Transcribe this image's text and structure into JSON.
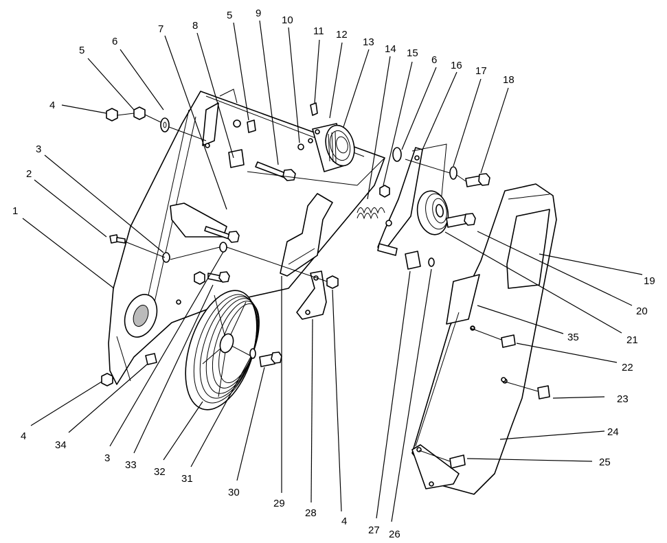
{
  "callouts": [
    {
      "id": "c1",
      "text": "1"
    },
    {
      "id": "c2",
      "text": "2"
    },
    {
      "id": "c3a",
      "text": "3"
    },
    {
      "id": "c3b",
      "text": "3"
    },
    {
      "id": "c4a",
      "text": "4"
    },
    {
      "id": "c4b",
      "text": "4"
    },
    {
      "id": "c4c",
      "text": "4"
    },
    {
      "id": "c5a",
      "text": "5"
    },
    {
      "id": "c5b",
      "text": "5"
    },
    {
      "id": "c6a",
      "text": "6"
    },
    {
      "id": "c6b",
      "text": "6"
    },
    {
      "id": "c7",
      "text": "7"
    },
    {
      "id": "c8",
      "text": "8"
    },
    {
      "id": "c9",
      "text": "9"
    },
    {
      "id": "c10",
      "text": "10"
    },
    {
      "id": "c11",
      "text": "11"
    },
    {
      "id": "c12",
      "text": "12"
    },
    {
      "id": "c13",
      "text": "13"
    },
    {
      "id": "c14",
      "text": "14"
    },
    {
      "id": "c15",
      "text": "15"
    },
    {
      "id": "c16",
      "text": "16"
    },
    {
      "id": "c17",
      "text": "17"
    },
    {
      "id": "c18",
      "text": "18"
    },
    {
      "id": "c19",
      "text": "19"
    },
    {
      "id": "c20",
      "text": "20"
    },
    {
      "id": "c21",
      "text": "21"
    },
    {
      "id": "c22",
      "text": "22"
    },
    {
      "id": "c23",
      "text": "23"
    },
    {
      "id": "c24",
      "text": "24"
    },
    {
      "id": "c25",
      "text": "25"
    },
    {
      "id": "c26",
      "text": "26"
    },
    {
      "id": "c27",
      "text": "27"
    },
    {
      "id": "c28",
      "text": "28"
    },
    {
      "id": "c29",
      "text": "29"
    },
    {
      "id": "c30",
      "text": "30"
    },
    {
      "id": "c31",
      "text": "31"
    },
    {
      "id": "c32",
      "text": "32"
    },
    {
      "id": "c33",
      "text": "33"
    },
    {
      "id": "c34",
      "text": "34"
    },
    {
      "id": "c35",
      "text": "35"
    }
  ]
}
